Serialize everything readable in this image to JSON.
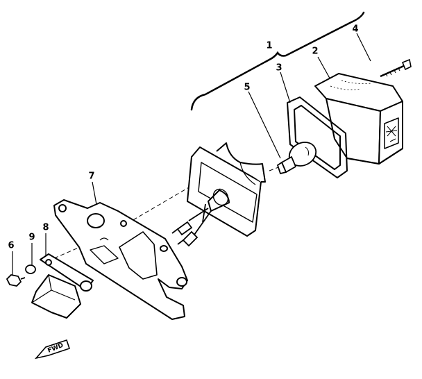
{
  "callouts": {
    "assembly": "1",
    "lens": "2",
    "gasket": "3",
    "screw": "4",
    "bulb": "5",
    "nut": "6",
    "bracket": "7",
    "bolt": "8",
    "washer": "9"
  },
  "fwd_marker": "FWD",
  "line_color": "#000000",
  "background_color": "#ffffff"
}
